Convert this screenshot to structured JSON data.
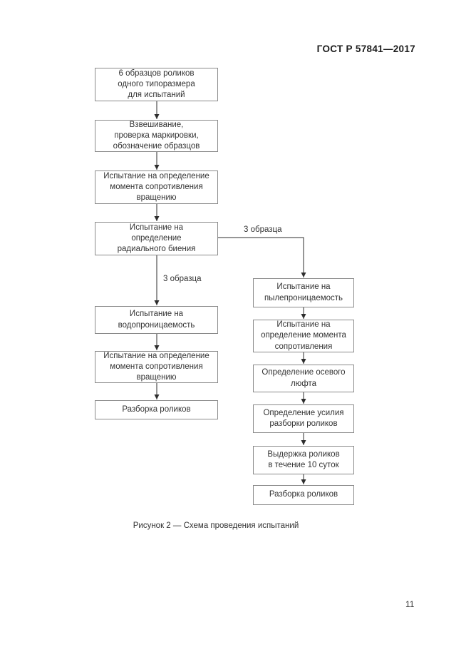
{
  "page": {
    "header": "ГОСТ Р 57841—2017",
    "caption": "Рисунок 2 — Схема проведения испытаний",
    "page_number": "11"
  },
  "flowchart": {
    "branch_label_left": "3 образца",
    "branch_label_right": "3 образца",
    "boxes": [
      {
        "name": "samples",
        "label": "6 образцов роликов\nодного типоразмера\nдля испытаний"
      },
      {
        "name": "weighing-marking",
        "label": "Взвешивание,\nпроверка маркировки,\nобозначение образцов"
      },
      {
        "name": "rotation-resistance-moment-test",
        "label": "Испытание на определение\nмомента сопротивления\nвращению"
      },
      {
        "name": "radial-runout-test",
        "label": "Испытание на\nопределение\nрадиального биения"
      },
      {
        "name": "water-permeability-test",
        "label": "Испытание на\nводопроницаемость"
      },
      {
        "name": "rotation-resistance-moment-retest",
        "label": "Испытание на определение\nмомента сопротивления\nвращению"
      },
      {
        "name": "roller-disassembly-left",
        "label": "Разборка роликов"
      },
      {
        "name": "dust-permeability-test",
        "label": "Испытание на\nпылепроницаемость"
      },
      {
        "name": "resistance-moment-test",
        "label": "Испытание на\nопределение момента\nсопротивления"
      },
      {
        "name": "axial-play-determination",
        "label": "Определение осевого\nлюфта"
      },
      {
        "name": "disassembly-force-determination",
        "label": "Определение усилия\nразборки роликов"
      },
      {
        "name": "roller-holding-10-days",
        "label": "Выдержка роликов\nв течение 10 суток"
      },
      {
        "name": "roller-disassembly-right",
        "label": "Разборка роликов"
      }
    ]
  },
  "colors": {
    "background": "#ffffff",
    "box_border": "#8a8a8a",
    "connector": "#2e2e2e",
    "text": "#333333"
  }
}
